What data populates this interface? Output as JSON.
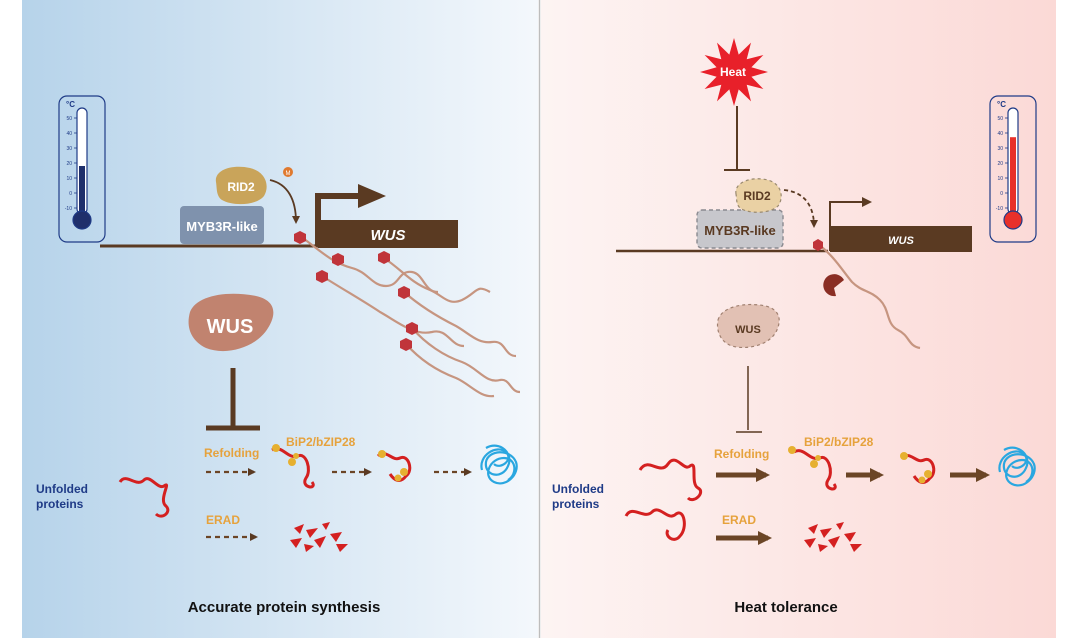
{
  "left": {
    "caption": "Accurate protein synthesis",
    "thermometer": {
      "unit": "°C",
      "ticks": [
        "50",
        "40",
        "30",
        "20",
        "10",
        "0",
        "-10"
      ],
      "level": 0.5
    },
    "rid2": "RID2",
    "myb": "MYB3R-like",
    "gene": "WUS",
    "wus_protein": "WUS",
    "unfolded_line1": "Unfolded",
    "unfolded_line2": "proteins",
    "refolding": "Refolding",
    "bip": "BiP2/bZIP28",
    "erad": "ERAD",
    "methyl_mark": "M"
  },
  "right": {
    "caption": "Heat tolerance",
    "heat": "Heat",
    "thermometer": {
      "unit": "°C",
      "ticks": [
        "50",
        "40",
        "30",
        "20",
        "10",
        "0",
        "-10"
      ],
      "level": 0.8
    },
    "rid2": "RID2",
    "myb": "MYB3R-like",
    "gene": "WUS",
    "wus_protein": "WUS",
    "unfolded_line1": "Unfolded",
    "unfolded_line2": "proteins",
    "refolding": "Refolding",
    "bip": "BiP2/bZIP28",
    "erad": "ERAD"
  },
  "colors": {
    "brown": "#5a3a22",
    "label_orange": "#e6a23c",
    "navy": "#1f3b87",
    "protein_red": "#d42020",
    "folded_blue": "#2aa7e0",
    "myb_fill": "#7f92ad",
    "rid2_fill": "#c9a45a",
    "wus_fill": "#c1836f"
  }
}
